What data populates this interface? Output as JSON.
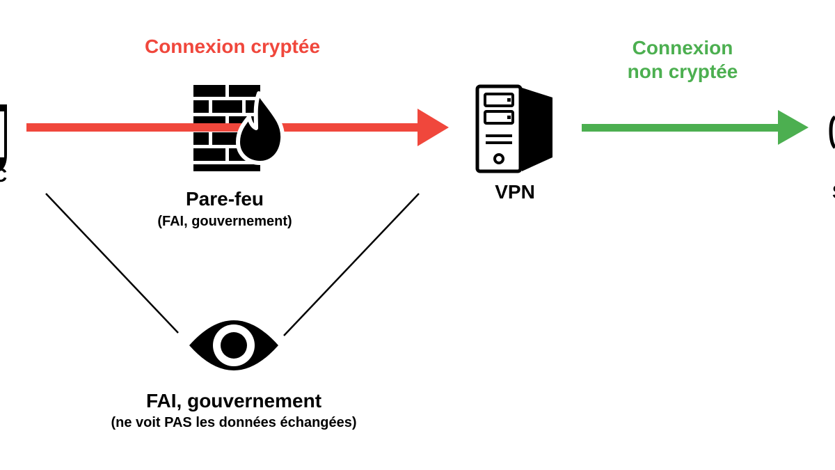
{
  "labels": {
    "encrypted_connection": "Connexion cryptée",
    "unencrypted_connection_line1": "Connexion",
    "unencrypted_connection_line2": "non cryptée",
    "firewall_title": "Pare-feu",
    "firewall_subtitle": "(FAI, gouvernement)",
    "vpn": "VPN",
    "observer_title": "FAI, gouvernement",
    "observer_subtitle": "(ne voit PAS les données échangées)",
    "left_edge_partial": "C",
    "right_edge_partial": "S"
  },
  "colors": {
    "encrypted": "#f0473c",
    "unencrypted": "#4caf50",
    "ink": "#000000",
    "background": "#ffffff"
  },
  "icons": {
    "firewall": "firewall-icon",
    "fire": "fire-icon",
    "server": "server-icon",
    "eye": "eye-icon",
    "device": "device-icon",
    "destination": "destination-icon"
  }
}
